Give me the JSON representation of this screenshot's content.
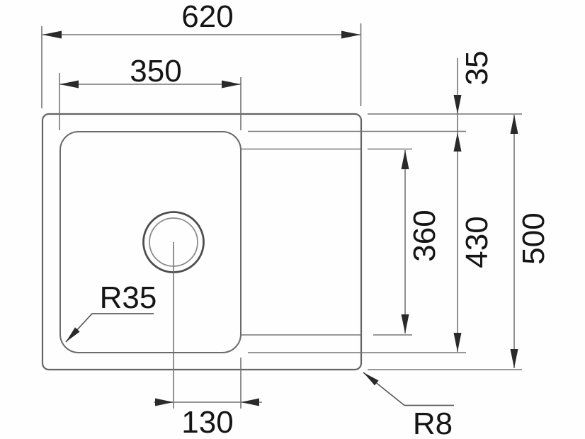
{
  "drawing": {
    "type": "technical-dimension-drawing",
    "subject": "sink-top-view-with-bowl-and-drainer",
    "background_color": "#fefefe",
    "line_color": "#757575",
    "outline_color": "#646464",
    "arrow_color": "#2a2a2a",
    "text_color": "#151515",
    "dimensions": {
      "overall_width": "620",
      "bowl_width": "350",
      "top_edge_offset": "35",
      "drainer_length": "360",
      "bowl_length": "430",
      "overall_depth": "500",
      "drain_center_offset": "130",
      "bowl_corner_radius": "R35",
      "outer_corner_radius": "R8"
    }
  }
}
